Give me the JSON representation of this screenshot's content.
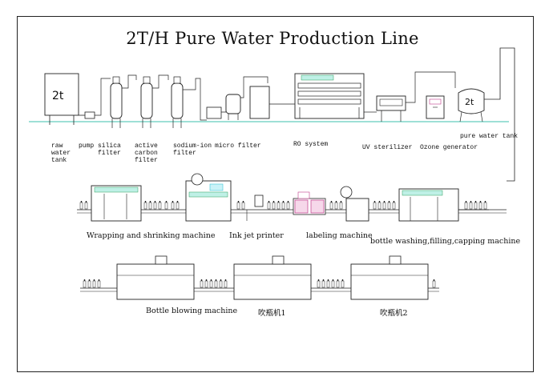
{
  "title": "2T/H Pure Water Production Line",
  "tank_capacity_label": "2t",
  "pure_tank_capacity_label": "2t",
  "row1_labels": {
    "raw_water_tank": "raw\nwater\ntank",
    "pump": "pump",
    "silica_filter": "silica\nfilter",
    "active_carbon_filter": "active\ncarbon\nfilter",
    "sodium_ion_filter": "sodium-ion\nfilter",
    "micro_filter": "micro filter",
    "ro_system": "RO system",
    "uv_sterilizer": "UV sterilizer",
    "ozone_generator": "Ozone generator",
    "pure_water_tank": "pure water tank"
  },
  "row2_labels": {
    "wrapping": "Wrapping and shrinking machine",
    "ink_jet": "Ink jet printer",
    "labeling": "labeling machine",
    "washing": "bottle washing,filling,capping machine"
  },
  "row3_labels": {
    "blowing": "Bottle blowing machine",
    "blowing_1": "吹瓶机1",
    "blowing_2": "吹瓶机2"
  },
  "colors": {
    "line": "#222222",
    "water": "#7fd6c9",
    "panel_green": "#2e9e5a",
    "cyan": "#3ec6d8",
    "magenta": "#c03a8a"
  }
}
